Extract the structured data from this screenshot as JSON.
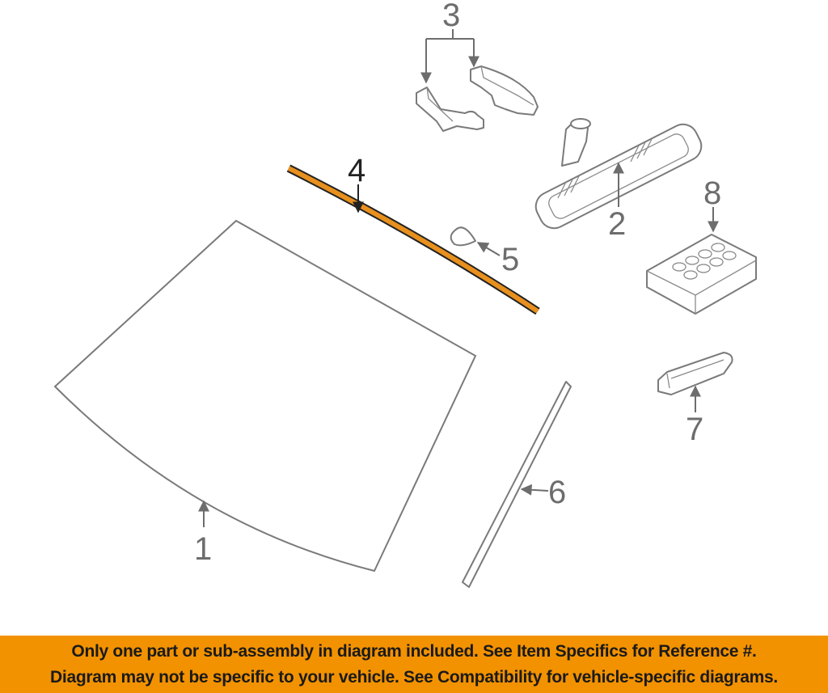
{
  "diagram": {
    "callouts": {
      "windshield": "1",
      "rearview_mirror": "2",
      "mirror_cover": "3",
      "upper_molding": "4",
      "sensor": "5",
      "side_molding": "6",
      "lamp": "7",
      "control_module": "8"
    },
    "highlight_color": "#E8901E"
  },
  "banner": {
    "line1": "Only one part or sub-assembly in diagram included. See Item Specifics for Reference #.",
    "line2": "Diagram may not be specific to your vehicle. See Compatibility for vehicle-specific diagrams.",
    "color": "#F39200"
  }
}
